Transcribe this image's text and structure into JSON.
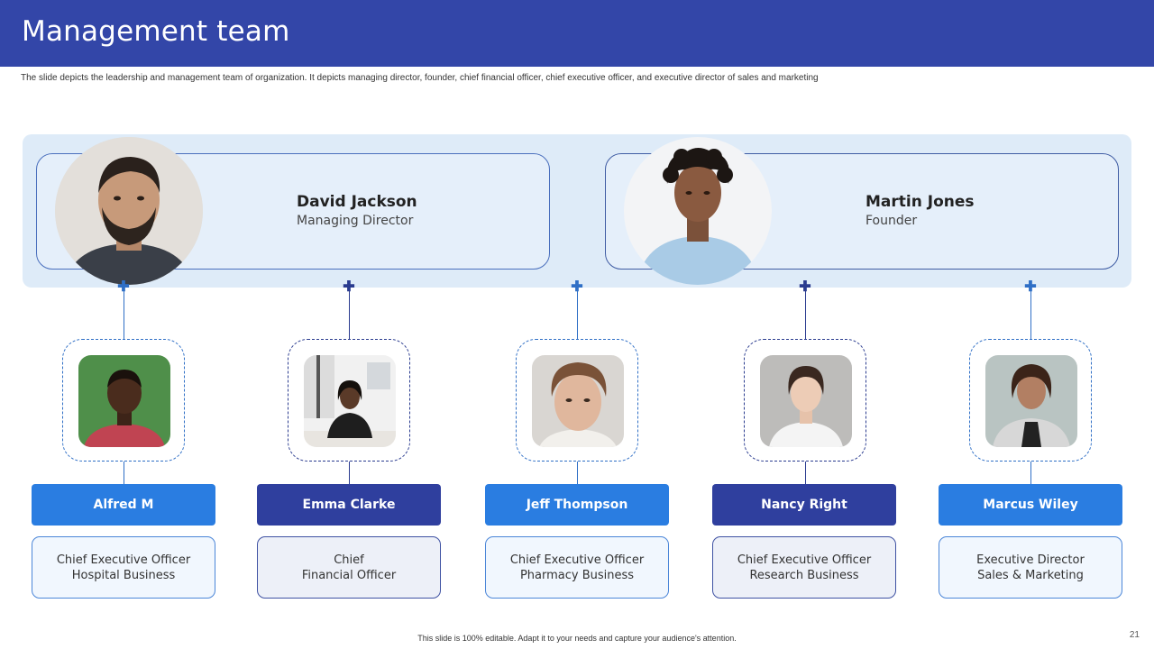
{
  "header": {
    "title": "Management team"
  },
  "subtitle": "The slide depicts the leadership and management team of organization. It depicts managing director, founder, chief financial officer, chief executive officer, and executive director of sales and marketing",
  "leaders": [
    {
      "name": "David Jackson",
      "role": "Managing Director"
    },
    {
      "name": "Martin Jones",
      "role": "Founder"
    }
  ],
  "team": [
    {
      "name": "Alfred M",
      "role_line1": "Chief Executive Officer",
      "role_line2": "Hospital Business"
    },
    {
      "name": "Emma Clarke",
      "role_line1": "Chief",
      "role_line2": "Financial Officer"
    },
    {
      "name": "Jeff Thompson",
      "role_line1": "Chief Executive Officer",
      "role_line2": "Pharmacy Business"
    },
    {
      "name": "Nancy Right",
      "role_line1": "Chief Executive Officer",
      "role_line2": "Research Business"
    },
    {
      "name": "Marcus Wiley",
      "role_line1": "Executive Director",
      "role_line2": "Sales & Marketing"
    }
  ],
  "icons": {
    "connector_plus": "plus-icon"
  },
  "colors": {
    "header": "#3346a8",
    "accent_light": "#2a7de1",
    "accent_dark": "#2f3f9e"
  },
  "footer": "This slide is 100% editable. Adapt it to your needs and capture your audience's attention.",
  "page_number": "21"
}
